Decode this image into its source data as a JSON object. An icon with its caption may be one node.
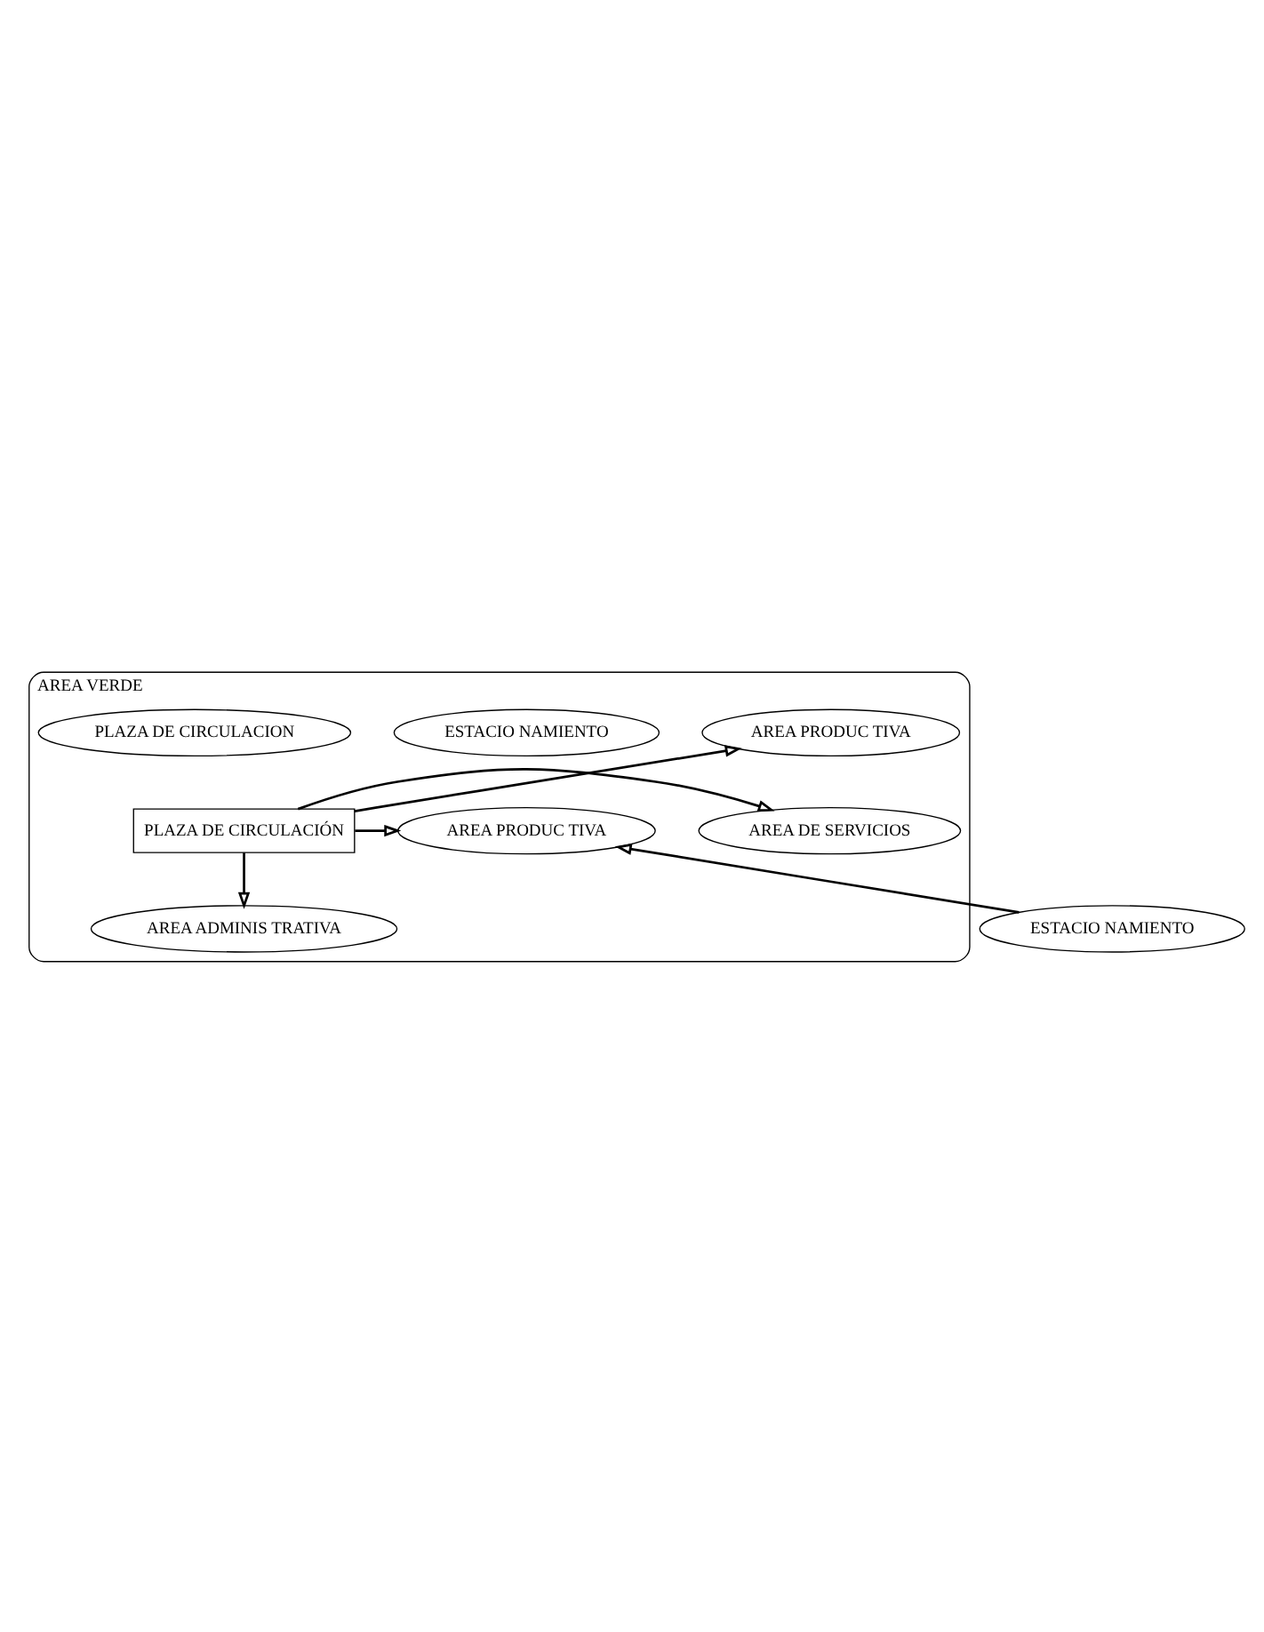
{
  "diagram": {
    "nodes": [
      {
        "text": [
          "AREA VERDE"
        ]
      },
      {
        "text": [
          "AREA PRODUC TIVA"
        ],
        "in": 0
      },
      {
        "text": [
          "AREA DE SERVICIOS"
        ],
        "in": 0
      },
      {
        "text": [
          "PLAZA DE CIRCULACIÓN"
        ],
        "in": 0
      },
      {
        "text": [
          "AREA PRODUC TIVA"
        ],
        "in": 0
      },
      {
        "text": [
          "AREA ADMINIS TRATIVA"
        ],
        "in": 0
      },
      {
        "text": [
          "ESTACIO NAMIENTO"
        ],
        "in": 0
      },
      {
        "text": [
          "ESTACIO NAMIENTO"
        ]
      },
      {
        "text": [
          "PLAZA DE CIRCULACION"
        ],
        "in": 0
      }
    ],
    "edges": [
      {
        "from": 3,
        "to": 1,
        "arrow": "to"
      },
      {
        "from": 3,
        "to": 2,
        "arrow": "to"
      },
      {
        "from": 3,
        "to": 4,
        "arrow": "to"
      },
      {
        "from": 3,
        "to": 5,
        "arrow": "to"
      },
      {
        "from": 7,
        "to": 4,
        "arrow": "to"
      }
    ]
  }
}
